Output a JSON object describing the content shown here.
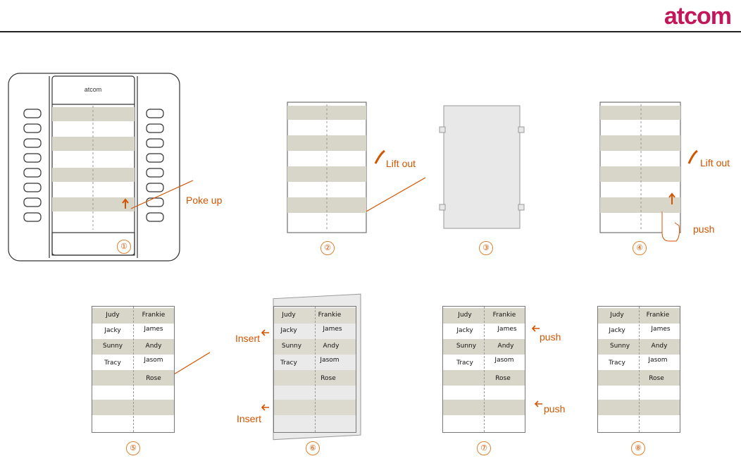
{
  "brand": "atcom",
  "labels": {
    "poke_up": "Poke up",
    "lift_out_1": "Lift out",
    "lift_out_2": "Lift out",
    "push_1": "push",
    "push_2": "push",
    "push_3": "push",
    "insert_1": "Insert",
    "insert_2": "Insert"
  },
  "steps": [
    "①",
    "②",
    "③",
    "④",
    "⑤",
    "⑥",
    "⑦",
    "⑧"
  ],
  "device_logo": "atcom",
  "names": {
    "left": [
      "Judy",
      "Jacky",
      "Sunny",
      "Tracy"
    ],
    "right": [
      "Frankie",
      "James",
      "Andy",
      "Jasom",
      "Rose"
    ]
  }
}
